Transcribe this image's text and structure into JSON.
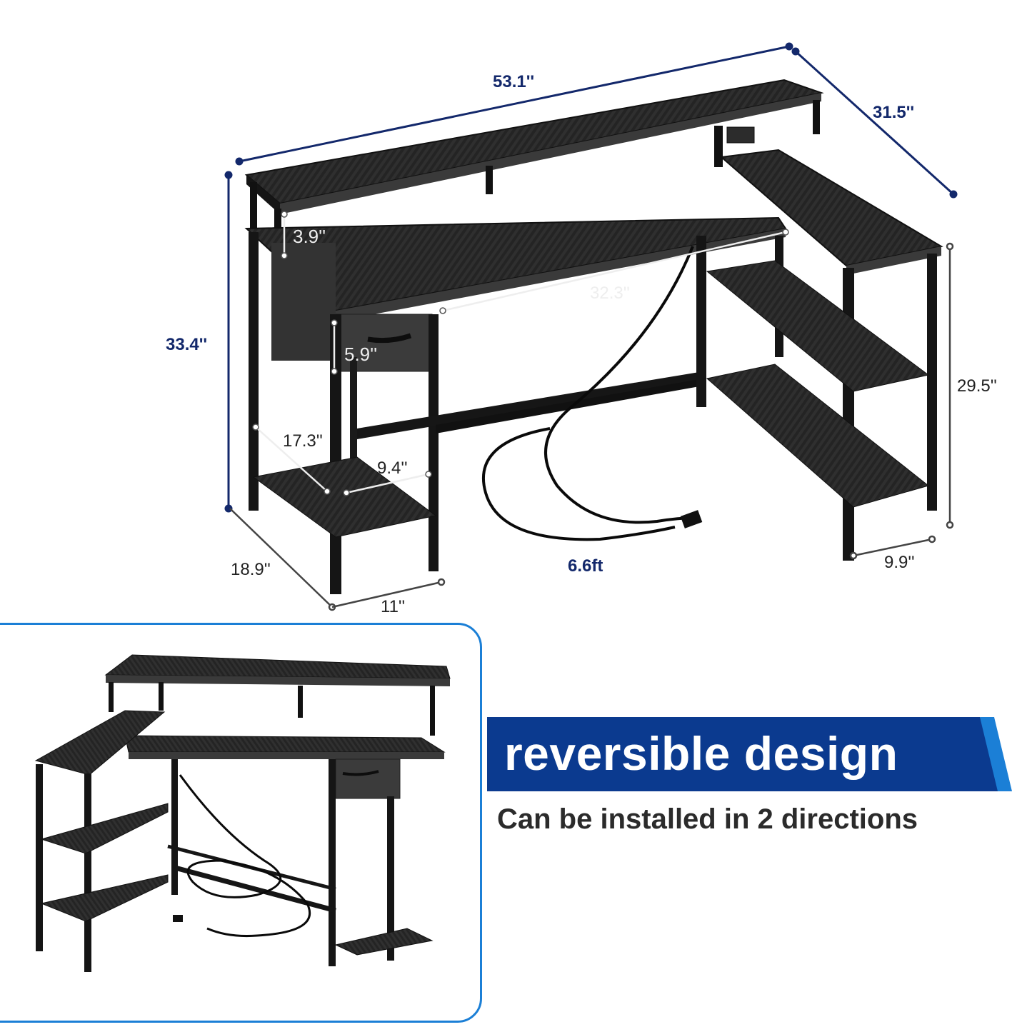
{
  "colors": {
    "dimension_blue": "#13286b",
    "banner_blue": "#0b3a8f",
    "banner_accent": "#1b7fd6",
    "desk_black": "#1c1c1c",
    "desk_top": "#2a2a2a"
  },
  "dimensions": {
    "total_width": "53.1''",
    "depth": "31.5''",
    "total_height": "33.4''",
    "shelf_gap": "3.9''",
    "inner_width": "32.3''",
    "drawer_height": "5.9''",
    "side_height": "29.5''",
    "left_shelf_depth": "17.3''",
    "left_shelf_width": "9.4''",
    "base_depth": "18.9''",
    "base_width": "11''",
    "cord_length": "6.6ft",
    "right_shelf_width": "9.9''"
  },
  "banner": {
    "title": "reversible design",
    "subtitle": "Can be installed in 2 directions"
  }
}
